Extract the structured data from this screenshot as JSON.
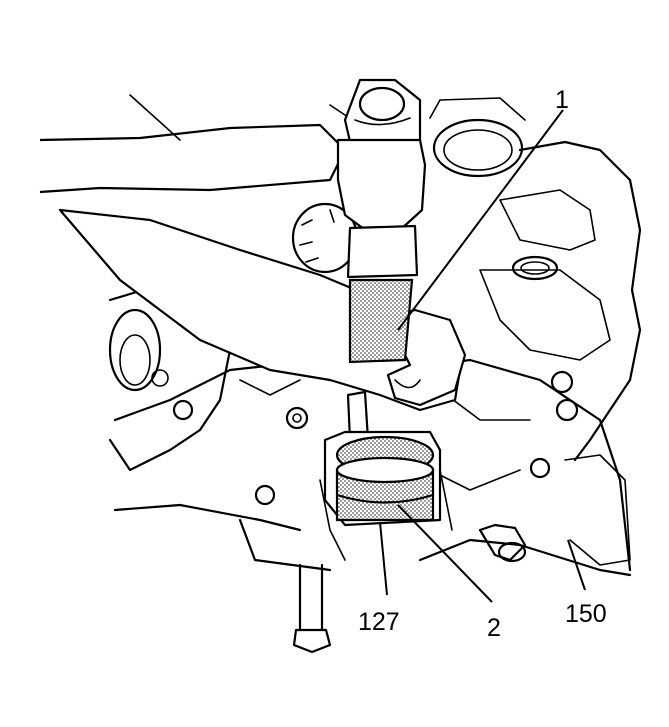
{
  "callouts": [
    {
      "id": "1",
      "text": "1"
    },
    {
      "id": "2",
      "text": "2"
    },
    {
      "id": "127",
      "text": "127"
    },
    {
      "id": "150",
      "text": "150"
    }
  ],
  "colors": {
    "ink": "#000000",
    "paper": "#ffffff",
    "stipple": "#9a9a9a"
  }
}
